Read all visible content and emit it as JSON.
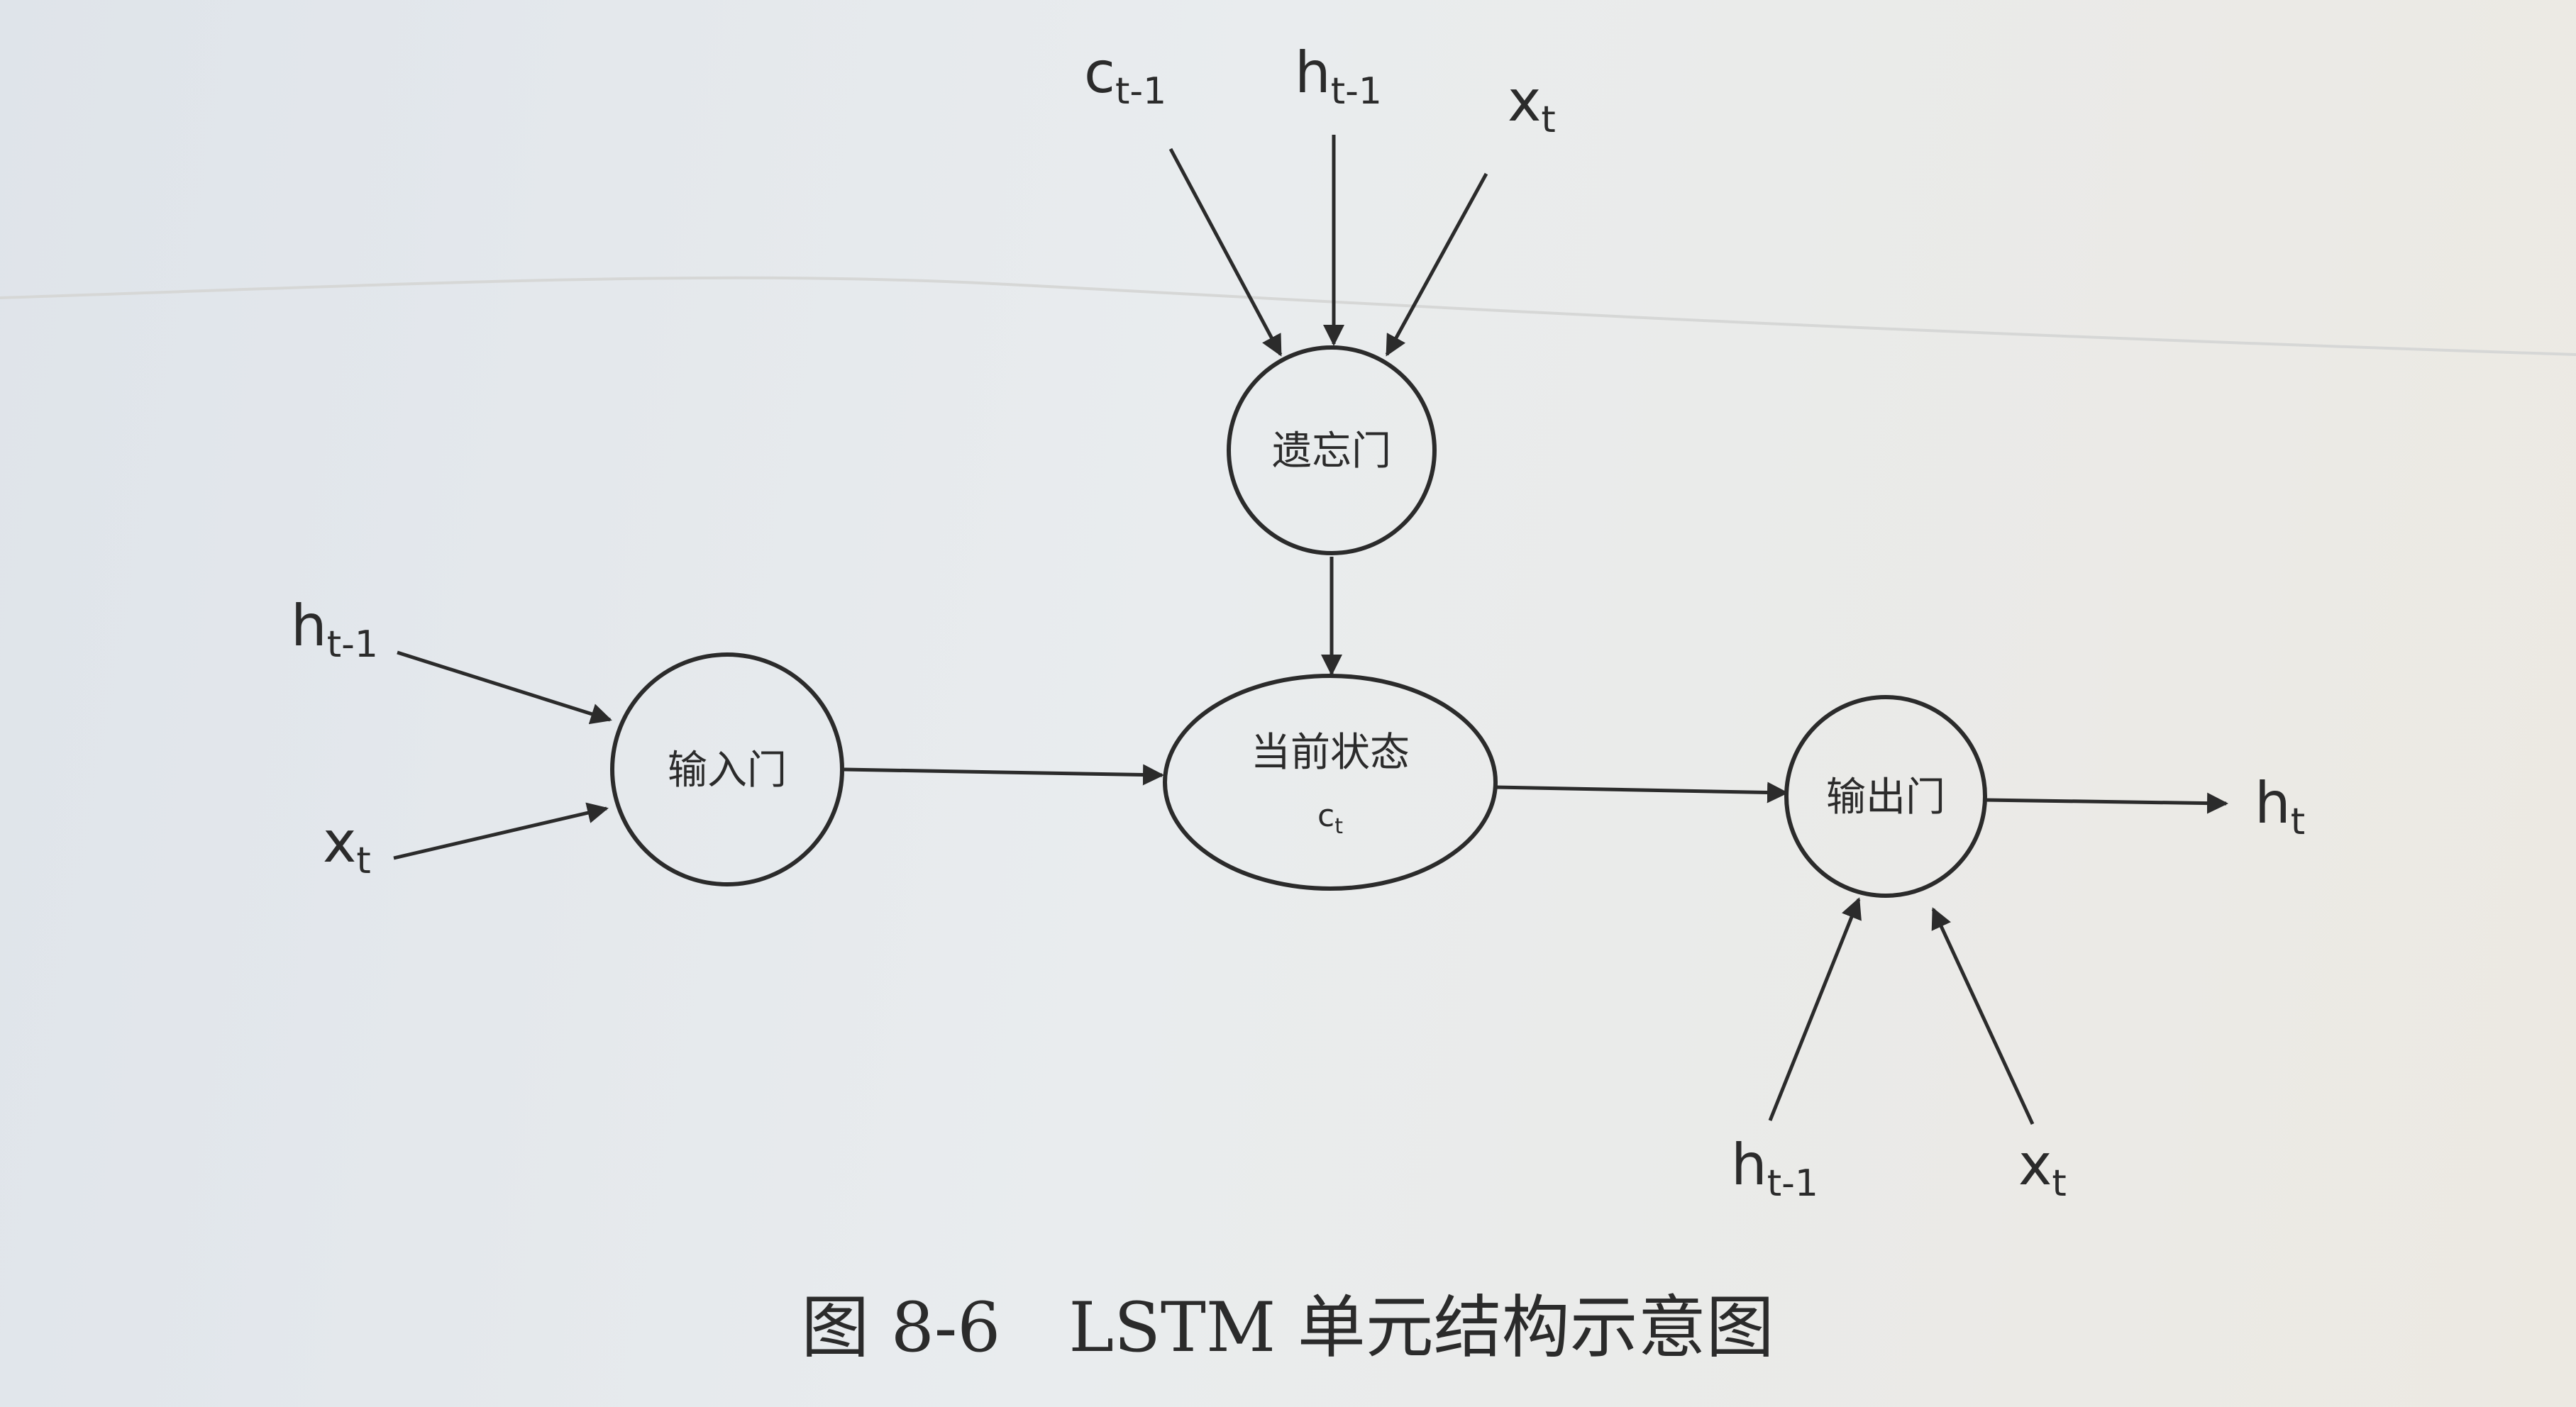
{
  "diagram": {
    "nodes": {
      "forget_gate": {
        "label": "遗忘门"
      },
      "input_gate": {
        "label": "输入门"
      },
      "current_state": {
        "label": "当前状态",
        "sub_label": "c",
        "sub_index": "t"
      },
      "output_gate": {
        "label": "输出门"
      }
    },
    "inputs": {
      "forget_c": {
        "base": "c",
        "sub": "t-1"
      },
      "forget_h": {
        "base": "h",
        "sub": "t-1"
      },
      "forget_x": {
        "base": "x",
        "sub": "t"
      },
      "input_h": {
        "base": "h",
        "sub": "t-1"
      },
      "input_x": {
        "base": "x",
        "sub": "t"
      },
      "output_h": {
        "base": "h",
        "sub": "t-1"
      },
      "output_x": {
        "base": "x",
        "sub": "t"
      }
    },
    "output": {
      "base": "h",
      "sub": "t"
    },
    "caption": "图 8-6　LSTM 单元结构示意图"
  },
  "colors": {
    "ink": "#2b2b2b"
  }
}
